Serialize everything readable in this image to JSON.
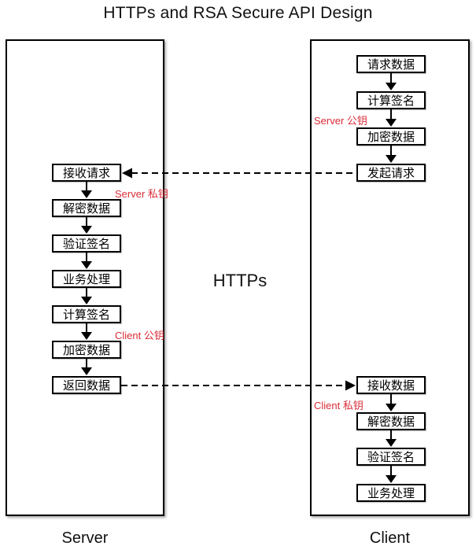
{
  "title": "HTTPs and RSA Secure API Design",
  "https_label": "HTTPs",
  "colors": {
    "red": "#da2c38",
    "line": "#000000"
  },
  "server": {
    "caption": "Server",
    "steps": [
      "接收请求",
      "解密数据",
      "验证签名",
      "业务处理",
      "计算签名",
      "加密数据",
      "返回数据"
    ],
    "key_labels": [
      {
        "text": "Server 私钥",
        "after_step": 0
      },
      {
        "text": "Client 公钥",
        "after_step": 4
      }
    ]
  },
  "client": {
    "caption": "Client",
    "steps_top": [
      "请求数据",
      "计算签名",
      "加密数据",
      "发起请求"
    ],
    "steps_bottom": [
      "接收数据",
      "解密数据",
      "验证签名",
      "业务处理"
    ],
    "key_labels": [
      {
        "text": "Server 公钥",
        "segment": "top",
        "after_step": 1
      },
      {
        "text": "Client 私钥",
        "segment": "bottom",
        "after_step": 0
      }
    ]
  },
  "cross_arrows": [
    {
      "from": "发起请求",
      "to": "接收请求",
      "direction": "left",
      "style": "dashed"
    },
    {
      "from": "返回数据",
      "to": "接收数据",
      "direction": "right",
      "style": "dashed"
    }
  ]
}
